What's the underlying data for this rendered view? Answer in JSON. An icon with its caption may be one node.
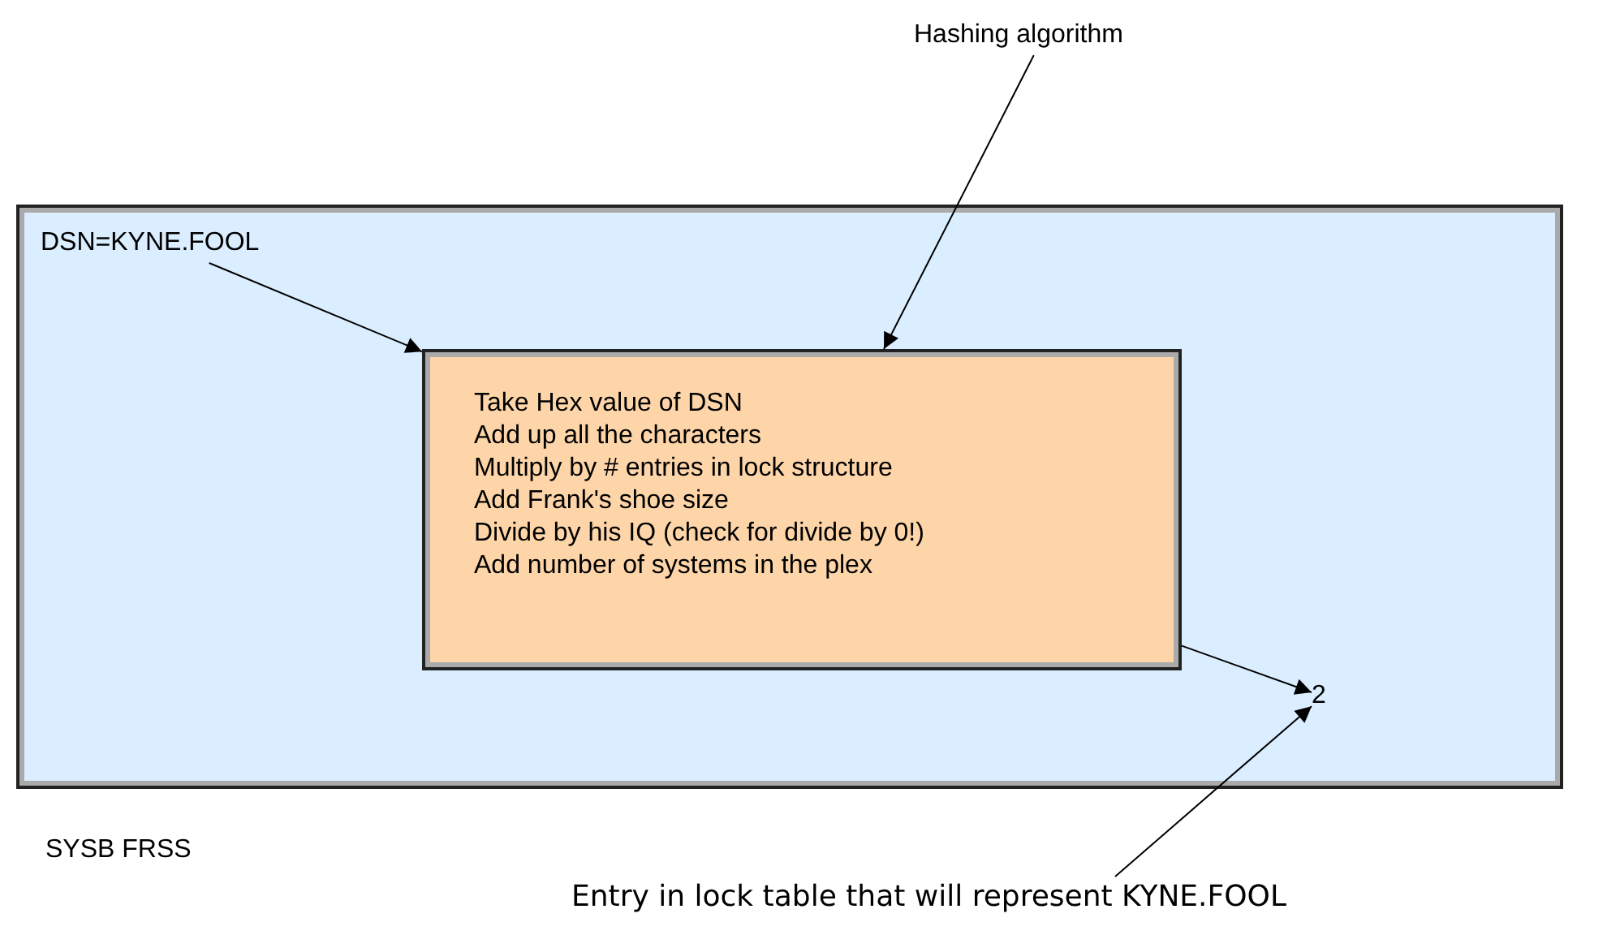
{
  "diagram": {
    "nodes": [
      {
        "text": [
          "SYSB FRSS"
        ]
      },
      {
        "text": [
          "DSN=KYNE.FOOL"
        ],
        "in": 0
      },
      {
        "text": [
          "Take Hex value of DSN",
          "Add up all the characters",
          "Multiply by # entries in lock structure",
          "Add Frank's shoe size",
          "Divide by his IQ (check for divide by 0!)",
          "Add number of systems in the plex"
        ],
        "in": 0
      },
      {
        "text": [
          "2"
        ],
        "in": 0
      },
      {
        "text": [
          "Hashing algorithm"
        ]
      },
      {
        "text": [
          "Entry in lock table that will represent KYNE.FOOL"
        ]
      }
    ],
    "edges": [
      {
        "from": 1,
        "to": 2,
        "arrow": "to"
      },
      {
        "from": 4,
        "to": 2,
        "arrow": "to"
      },
      {
        "from": 2,
        "to": 3,
        "arrow": "to"
      },
      {
        "from": 5,
        "to": 3,
        "arrow": "to"
      }
    ]
  }
}
